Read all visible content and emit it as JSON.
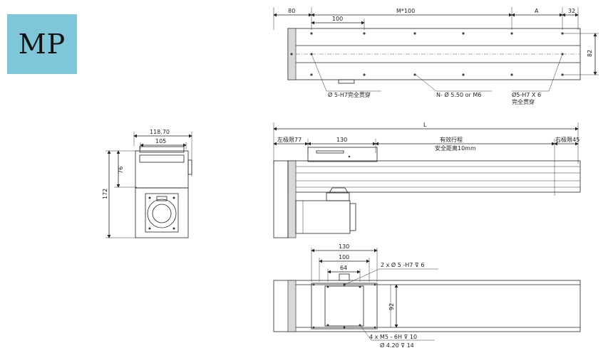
{
  "badge": {
    "label": "MP",
    "color": "#7fc6d8"
  },
  "top_view": {
    "dims": {
      "d80": "80",
      "m100": "M*100",
      "a": "A",
      "d32": "32",
      "d100": "100",
      "d82": "82"
    },
    "callouts": {
      "c1": "Ø 5-H7完全贯穿",
      "c2": "N- Ø 5.50 or M6",
      "c3a": "Ø5-H7 X 6",
      "c3b": "完全贯穿"
    }
  },
  "end_view": {
    "dims": {
      "w118": "118.70",
      "w105": "105",
      "h76": "76",
      "h172": "172"
    }
  },
  "side_view": {
    "dims": {
      "l": "L",
      "left_limit": "左极限77",
      "d130": "130",
      "stroke": "有效行程",
      "safety": "安全距离10mm",
      "right_limit": "右极限45"
    }
  },
  "bottom_view": {
    "dims": {
      "d130": "130",
      "d100": "100",
      "d64": "64",
      "d92": "92"
    },
    "callouts": {
      "c1": "2 x  Ø 5 -H7 ⊽ 6",
      "c2a": "4 x  M5 - 6H  ⊽ 10",
      "c2b": "Ø 4.20  ⊽ 14"
    }
  }
}
